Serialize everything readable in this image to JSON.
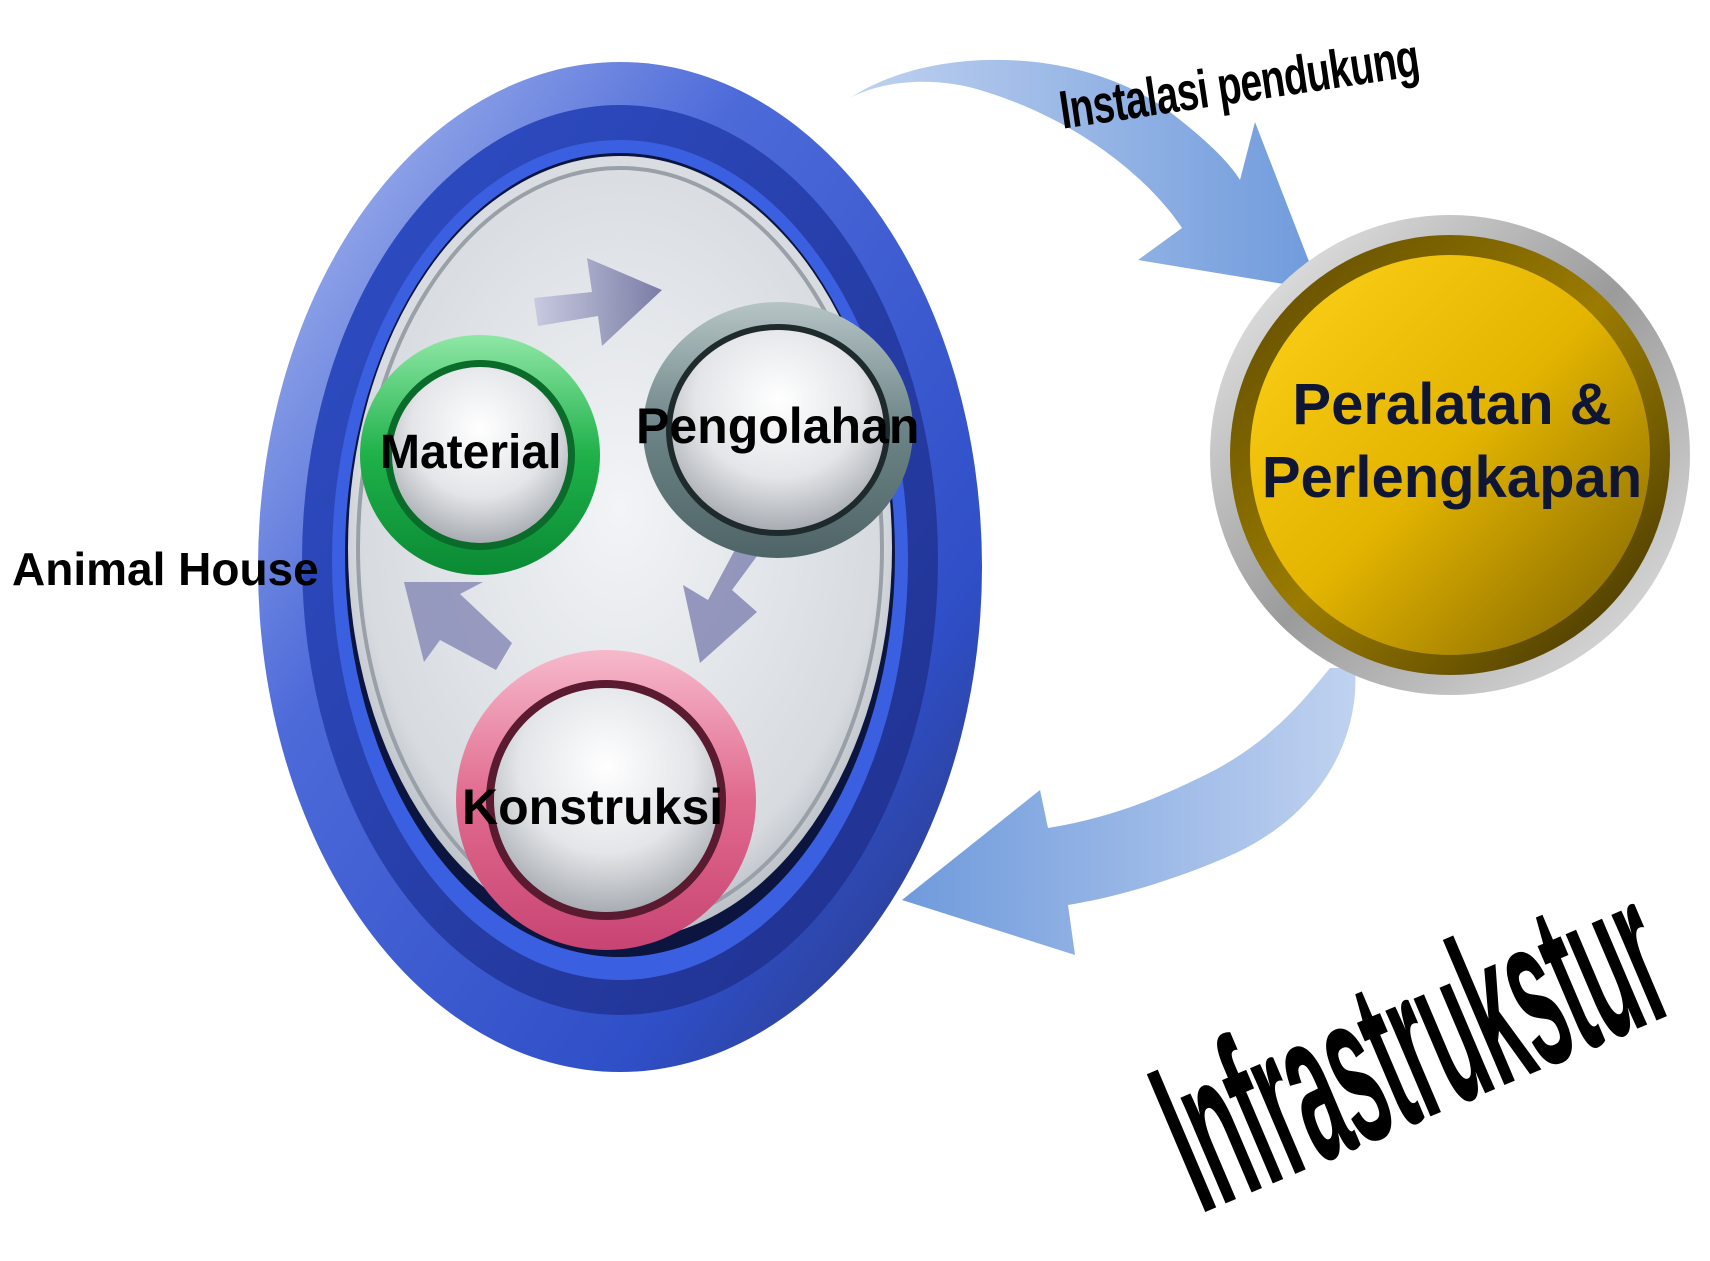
{
  "labels": {
    "animal_house": "Animal House",
    "material": "Material",
    "pengolahan": "Pengolahan",
    "konstruksi": "Konstruksi",
    "peralatan_line1": "Peralatan &",
    "peralatan_line2": "Perlengkapan",
    "instalasi": "Instalasi pendukung",
    "infrastruktur": "Infrastrukstur"
  },
  "colors": {
    "outer_ring": "#3a5bd6",
    "inner_oval": "#dfe3ea",
    "material_ring": "#1fb14a",
    "pengolahan_ring": "#6c8487",
    "konstruksi_ring": "#e06a8e",
    "peralatan_fill": "#e3b400",
    "arrow_blue": "#7fa6de",
    "arrow_purple": "#8d8fb8"
  }
}
